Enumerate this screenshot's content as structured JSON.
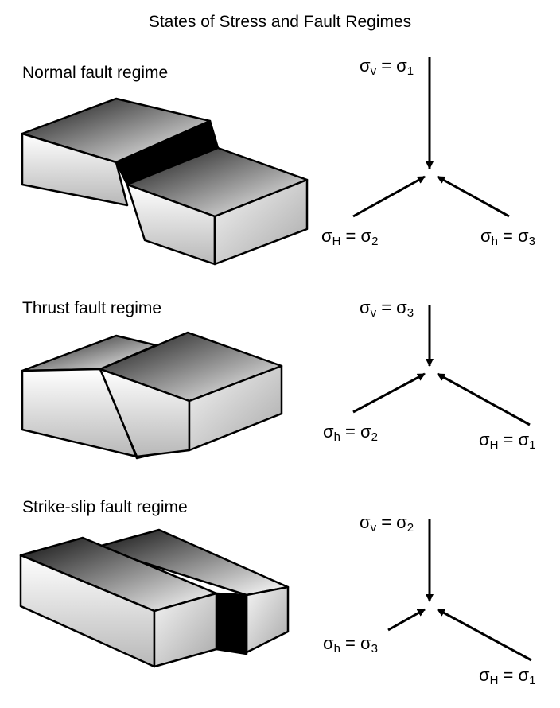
{
  "title": "States of Stress and Fault Regimes",
  "colors": {
    "ink": "#000000",
    "face_light": "#ffffff",
    "face_mid": "#c8c8c8",
    "top_dark": "#1a1a1a",
    "fault_plane": "#000000"
  },
  "regimes": [
    {
      "title": "Normal fault regime",
      "vertical": {
        "sym": "σ",
        "sub": "v",
        "eq": " = ",
        "rsym": "σ",
        "rsub": "1"
      },
      "left": {
        "sym": "σ",
        "sub": "H",
        "eq": " = ",
        "rsym": "σ",
        "rsub": "2"
      },
      "right": {
        "sym": "σ",
        "sub": "h",
        "eq": " = ",
        "rsym": "σ",
        "rsub": "3"
      }
    },
    {
      "title": "Thrust fault regime",
      "vertical": {
        "sym": "σ",
        "sub": "v",
        "eq": " = ",
        "rsym": "σ",
        "rsub": "3"
      },
      "left": {
        "sym": "σ",
        "sub": "h",
        "eq": " = ",
        "rsym": "σ",
        "rsub": "2"
      },
      "right": {
        "sym": "σ",
        "sub": "H",
        "eq": " = ",
        "rsym": "σ",
        "rsub": "1"
      }
    },
    {
      "title": "Strike-slip fault regime",
      "vertical": {
        "sym": "σ",
        "sub": "v",
        "eq": " = ",
        "rsym": "σ",
        "rsub": "2"
      },
      "left": {
        "sym": "σ",
        "sub": "h",
        "eq": " = ",
        "rsym": "σ",
        "rsub": "3"
      },
      "right": {
        "sym": "σ",
        "sub": "H",
        "eq": " = ",
        "rsym": "σ",
        "rsub": "1"
      }
    }
  ]
}
